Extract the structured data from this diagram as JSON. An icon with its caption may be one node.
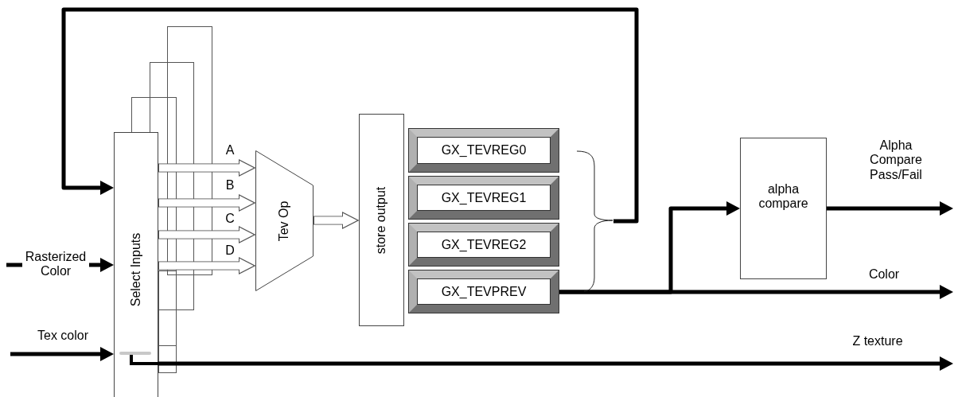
{
  "diagram": {
    "nodes": [
      {
        "text": [
          "Select Inputs"
        ]
      },
      {
        "text": [
          "Tev Op"
        ]
      },
      {
        "text": [
          "store output"
        ]
      },
      {
        "text": [
          "GX_TEVREG0"
        ]
      },
      {
        "text": [
          "GX_TEVREG1"
        ]
      },
      {
        "text": [
          "GX_TEVREG2"
        ]
      },
      {
        "text": [
          "GX_TEVPREV"
        ]
      },
      {
        "text": [
          "alpha compare"
        ]
      },
      {
        "text": [],
        "shape": "brace"
      }
    ],
    "edges": [
      {
        "from": null,
        "to": 0,
        "arrow": "to",
        "label": "Rasterized Color"
      },
      {
        "from": null,
        "to": 0,
        "arrow": "to",
        "label": "Tex color"
      },
      {
        "from": 0,
        "to": 1,
        "arrow": "to",
        "label": "A",
        "style": "thick",
        "color": "#555555"
      },
      {
        "from": 0,
        "to": 1,
        "arrow": "to",
        "label": "B",
        "style": "thick",
        "color": "#555555"
      },
      {
        "from": 0,
        "to": 1,
        "arrow": "to",
        "label": "C",
        "style": "thick",
        "color": "#555555"
      },
      {
        "from": 0,
        "to": 1,
        "arrow": "to",
        "label": "D",
        "style": "thick",
        "color": "#555555"
      },
      {
        "from": 1,
        "to": 2,
        "arrow": "to",
        "style": "thick",
        "color": "#555555"
      },
      {
        "from": 8,
        "to": 0,
        "arrow": "to"
      },
      {
        "from": 6,
        "to": 7,
        "arrow": "to"
      },
      {
        "from": 6,
        "to": null,
        "arrow": "to",
        "label": "Color"
      },
      {
        "from": 7,
        "to": null,
        "arrow": "to",
        "label": "Alpha Compare Pass/Fail"
      },
      {
        "from": 0,
        "to": null,
        "arrow": "to",
        "label": "Z texture"
      }
    ]
  }
}
